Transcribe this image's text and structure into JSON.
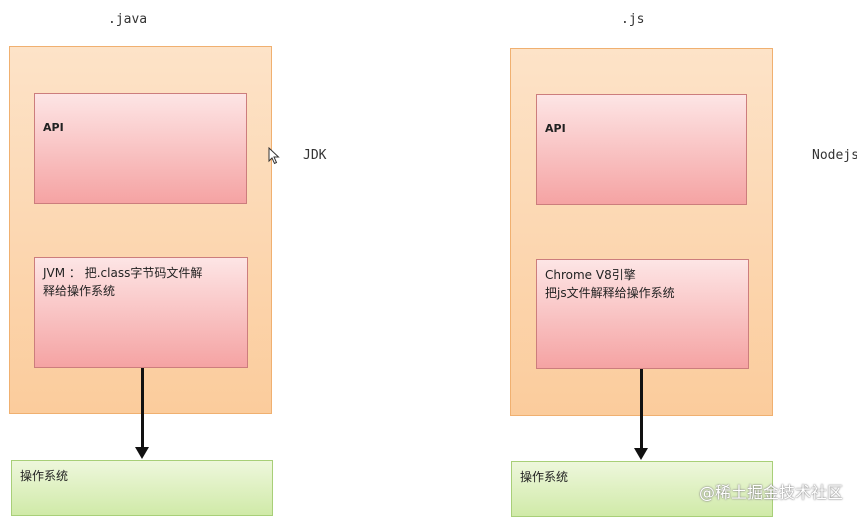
{
  "left": {
    "ext_label": ".java",
    "side_label": "JDK",
    "api_label": "API",
    "vm_label": "JVM ： 把.class字节码文件解\n释给操作系统",
    "os_label": "操作系统"
  },
  "right": {
    "ext_label": ".js",
    "side_label": "Nodejs",
    "api_label": "API",
    "vm_label": "Chrome V8引擎\n把js文件解释给操作系统",
    "os_label": "操作系统"
  },
  "watermark": "@稀土掘金技术社区",
  "colors": {
    "outer": "#fbcc9c",
    "inner": "#f5a3a3",
    "os": "#d0eaa8",
    "arrow": "#111111"
  }
}
